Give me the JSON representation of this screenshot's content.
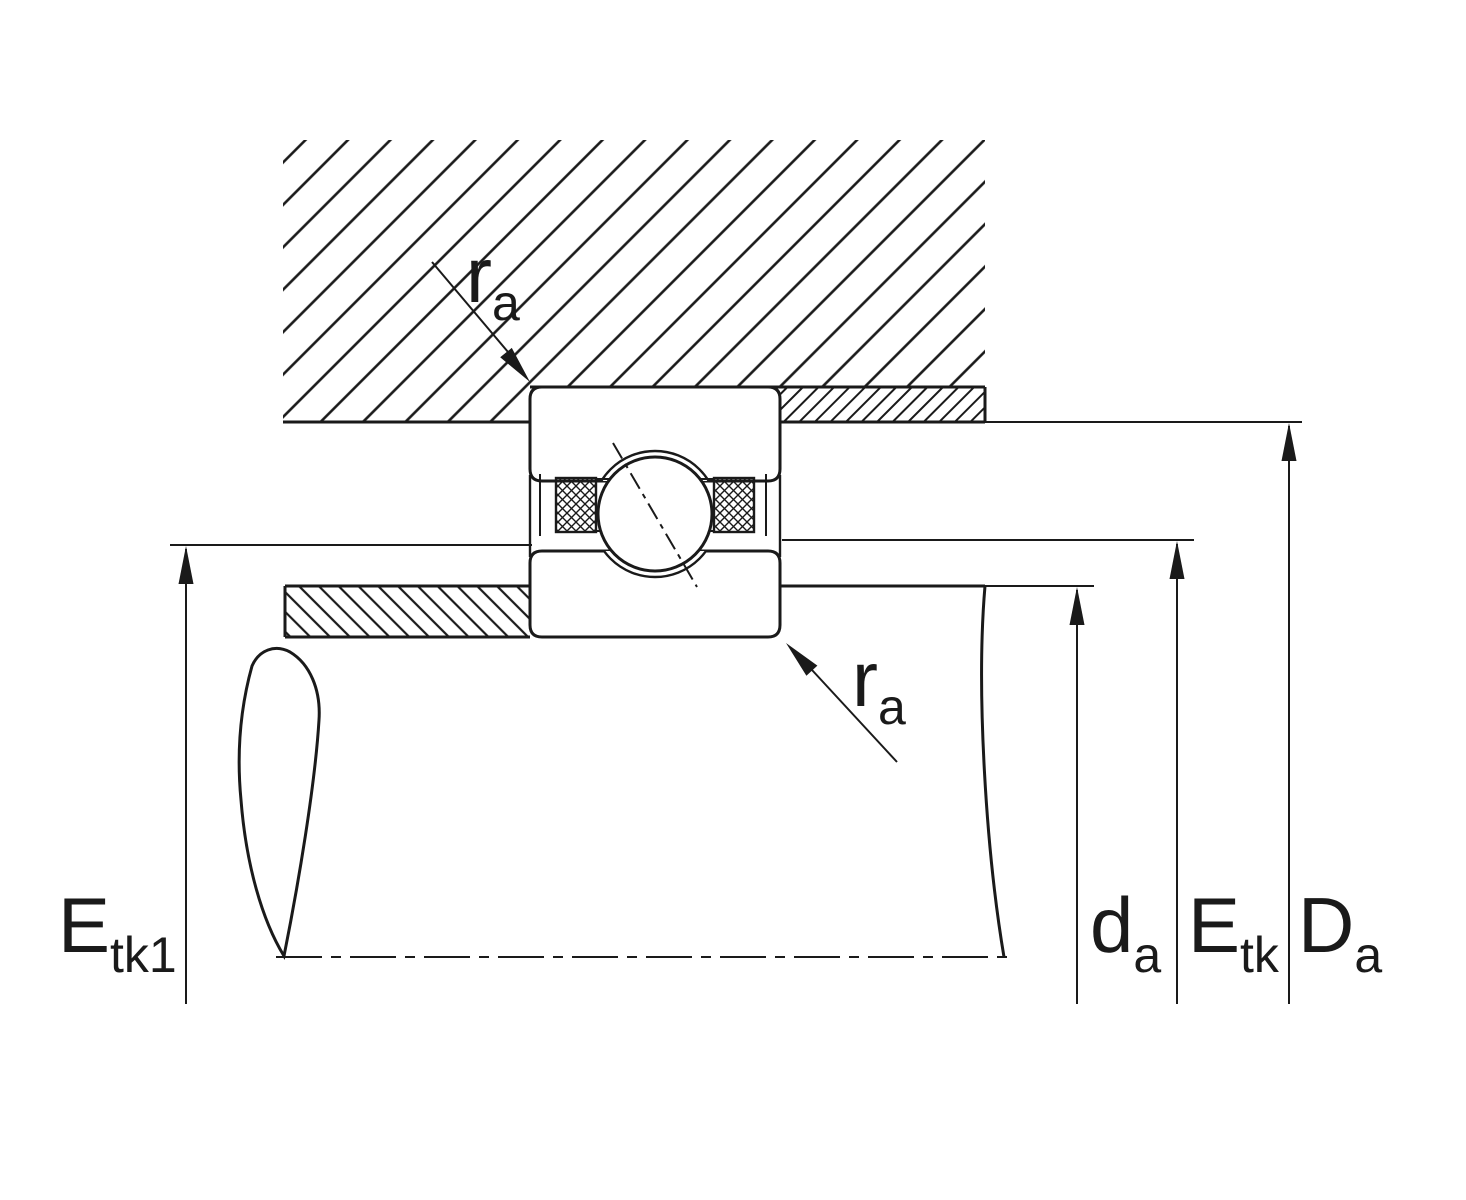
{
  "labels": {
    "ra_top": {
      "base": "r",
      "sub": "a"
    },
    "ra_bottom": {
      "base": "r",
      "sub": "a"
    },
    "etk1": {
      "base": "E",
      "sub": "tk1"
    },
    "da": {
      "base": "d",
      "sub": "a"
    },
    "etk": {
      "base": "E",
      "sub": "tk"
    },
    "Da": {
      "base": "D",
      "sub": "a"
    }
  },
  "colors": {
    "line": "#1a1a1a",
    "background": "#ffffff"
  }
}
